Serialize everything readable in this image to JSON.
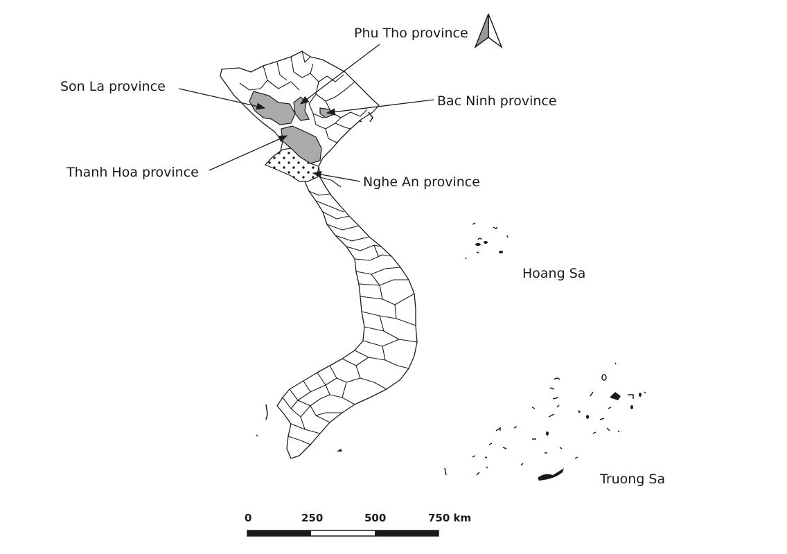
{
  "map": {
    "highlighted_provinces": [
      {
        "name": "Son La province",
        "style": "grey fill"
      },
      {
        "name": "Phu Tho province",
        "style": "grey fill"
      },
      {
        "name": "Bac Ninh province",
        "style": "grey fill"
      },
      {
        "name": "Thanh Hoa province",
        "style": "grey fill"
      },
      {
        "name": "Nghe An province",
        "style": "dotted pattern"
      }
    ],
    "regions": [
      "Hoang Sa",
      "Truong Sa"
    ],
    "scale_bar": {
      "ticks": [
        "0",
        "250",
        "500",
        "750 km"
      ]
    },
    "north_arrow": "north-arrow-icon",
    "colors": {
      "highlight": "#aaaaaa",
      "outline": "#1a1a1a",
      "background": "#ffffff"
    }
  }
}
